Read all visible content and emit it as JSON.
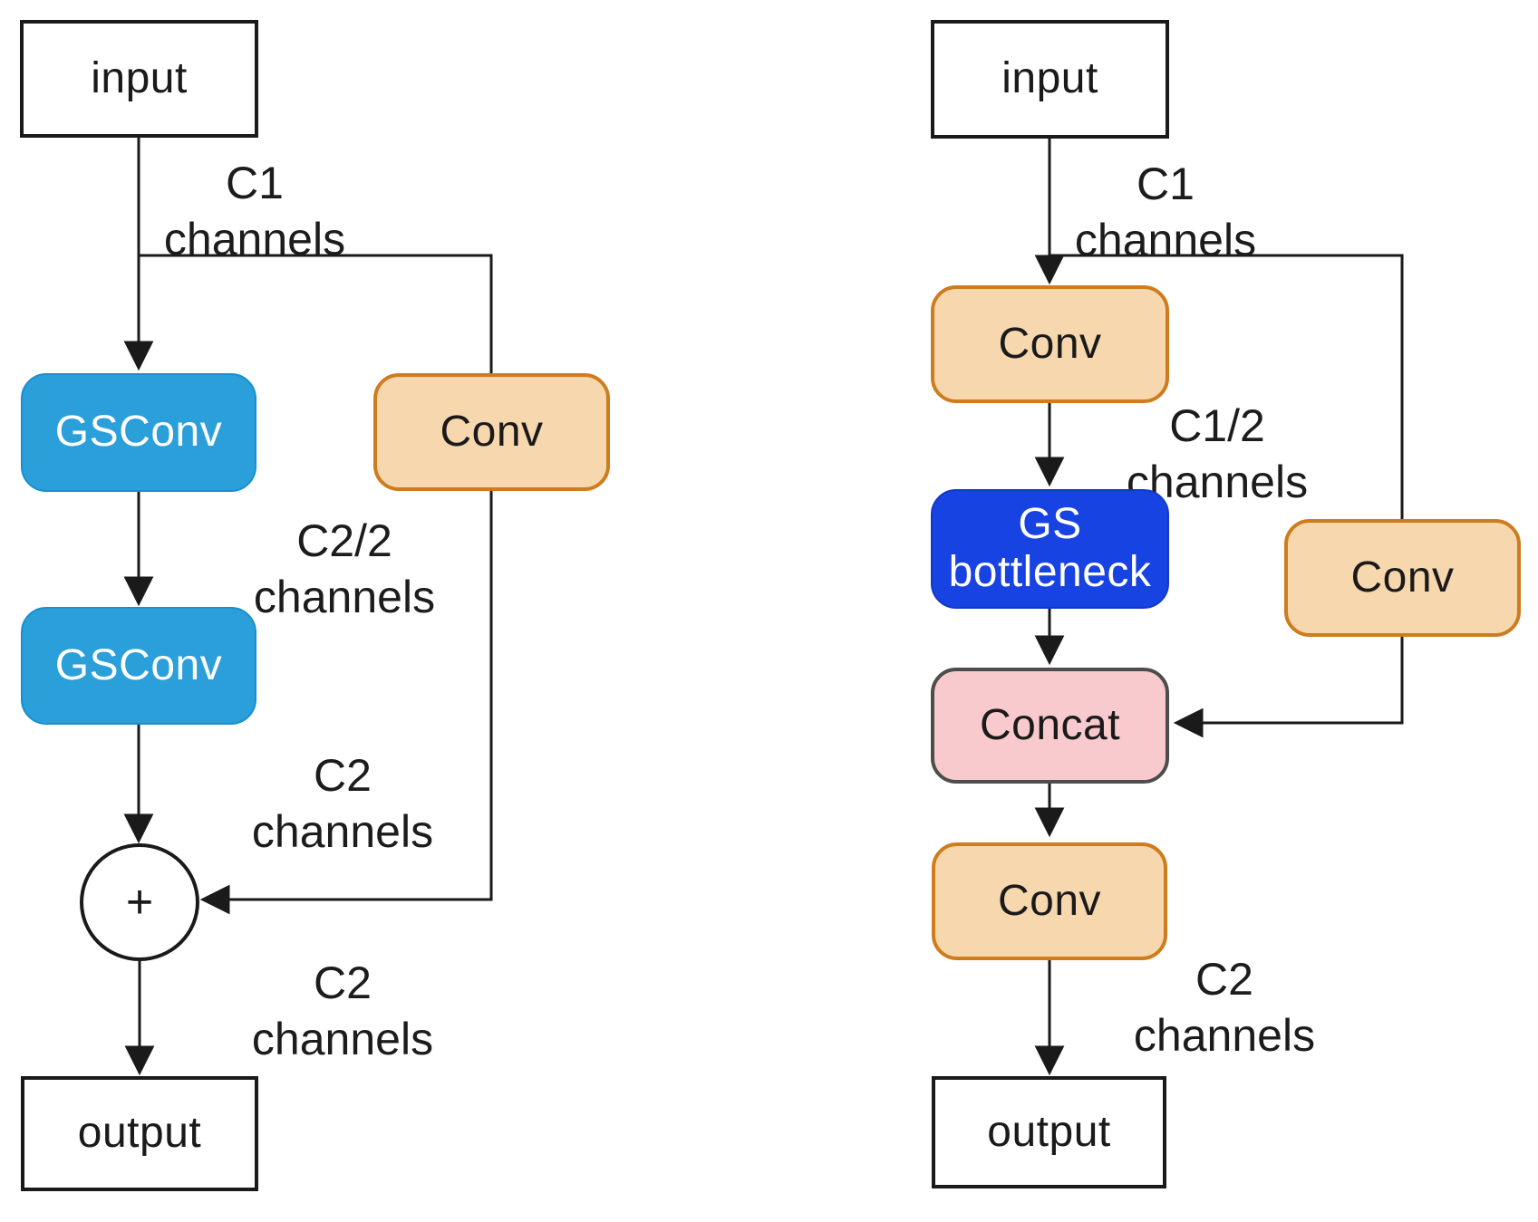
{
  "figure": {
    "description": "Two flowchart diagrams of convolution modules: left uses GSConv blocks with element-wise add shortcut, right uses GS bottleneck with Concat shortcut"
  },
  "left": {
    "input_label": "input",
    "c1_label": {
      "line1": "C1",
      "line2": "channels"
    },
    "gsconv1_label": "GSConv",
    "conv_label": "Conv",
    "c2_half_label": {
      "line1": "C2/2",
      "line2": "channels"
    },
    "gsconv2_label": "GSConv",
    "c2_label_top": {
      "line1": "C2",
      "line2": "channels"
    },
    "plus_label": "+",
    "c2_label_bottom": {
      "line1": "C2",
      "line2": "channels"
    },
    "output_label": "output"
  },
  "right": {
    "input_label": "input",
    "c1_label": {
      "line1": "C1",
      "line2": "channels"
    },
    "conv_top_label": "Conv",
    "c1_half_label": {
      "line1": "C1/2",
      "line2": "channels"
    },
    "gs_bottleneck_label": {
      "line1": "GS",
      "line2": "bottleneck"
    },
    "conv_branch_label": "Conv",
    "concat_label": "Concat",
    "conv_bottom_label": "Conv",
    "c2_label": {
      "line1": "C2",
      "line2": "channels"
    },
    "output_label": "output"
  },
  "colors": {
    "gsconv_blue": "#2A9FDA",
    "gs_bottleneck_blue": "#1843E3",
    "conv_fill": "#F7D7AD",
    "conv_border": "#CE7C1E",
    "concat_fill": "#F8C9CD",
    "concat_border": "#4D4D4D",
    "io_fill": "#FFFFFF",
    "line_color": "#1A1A1A"
  }
}
